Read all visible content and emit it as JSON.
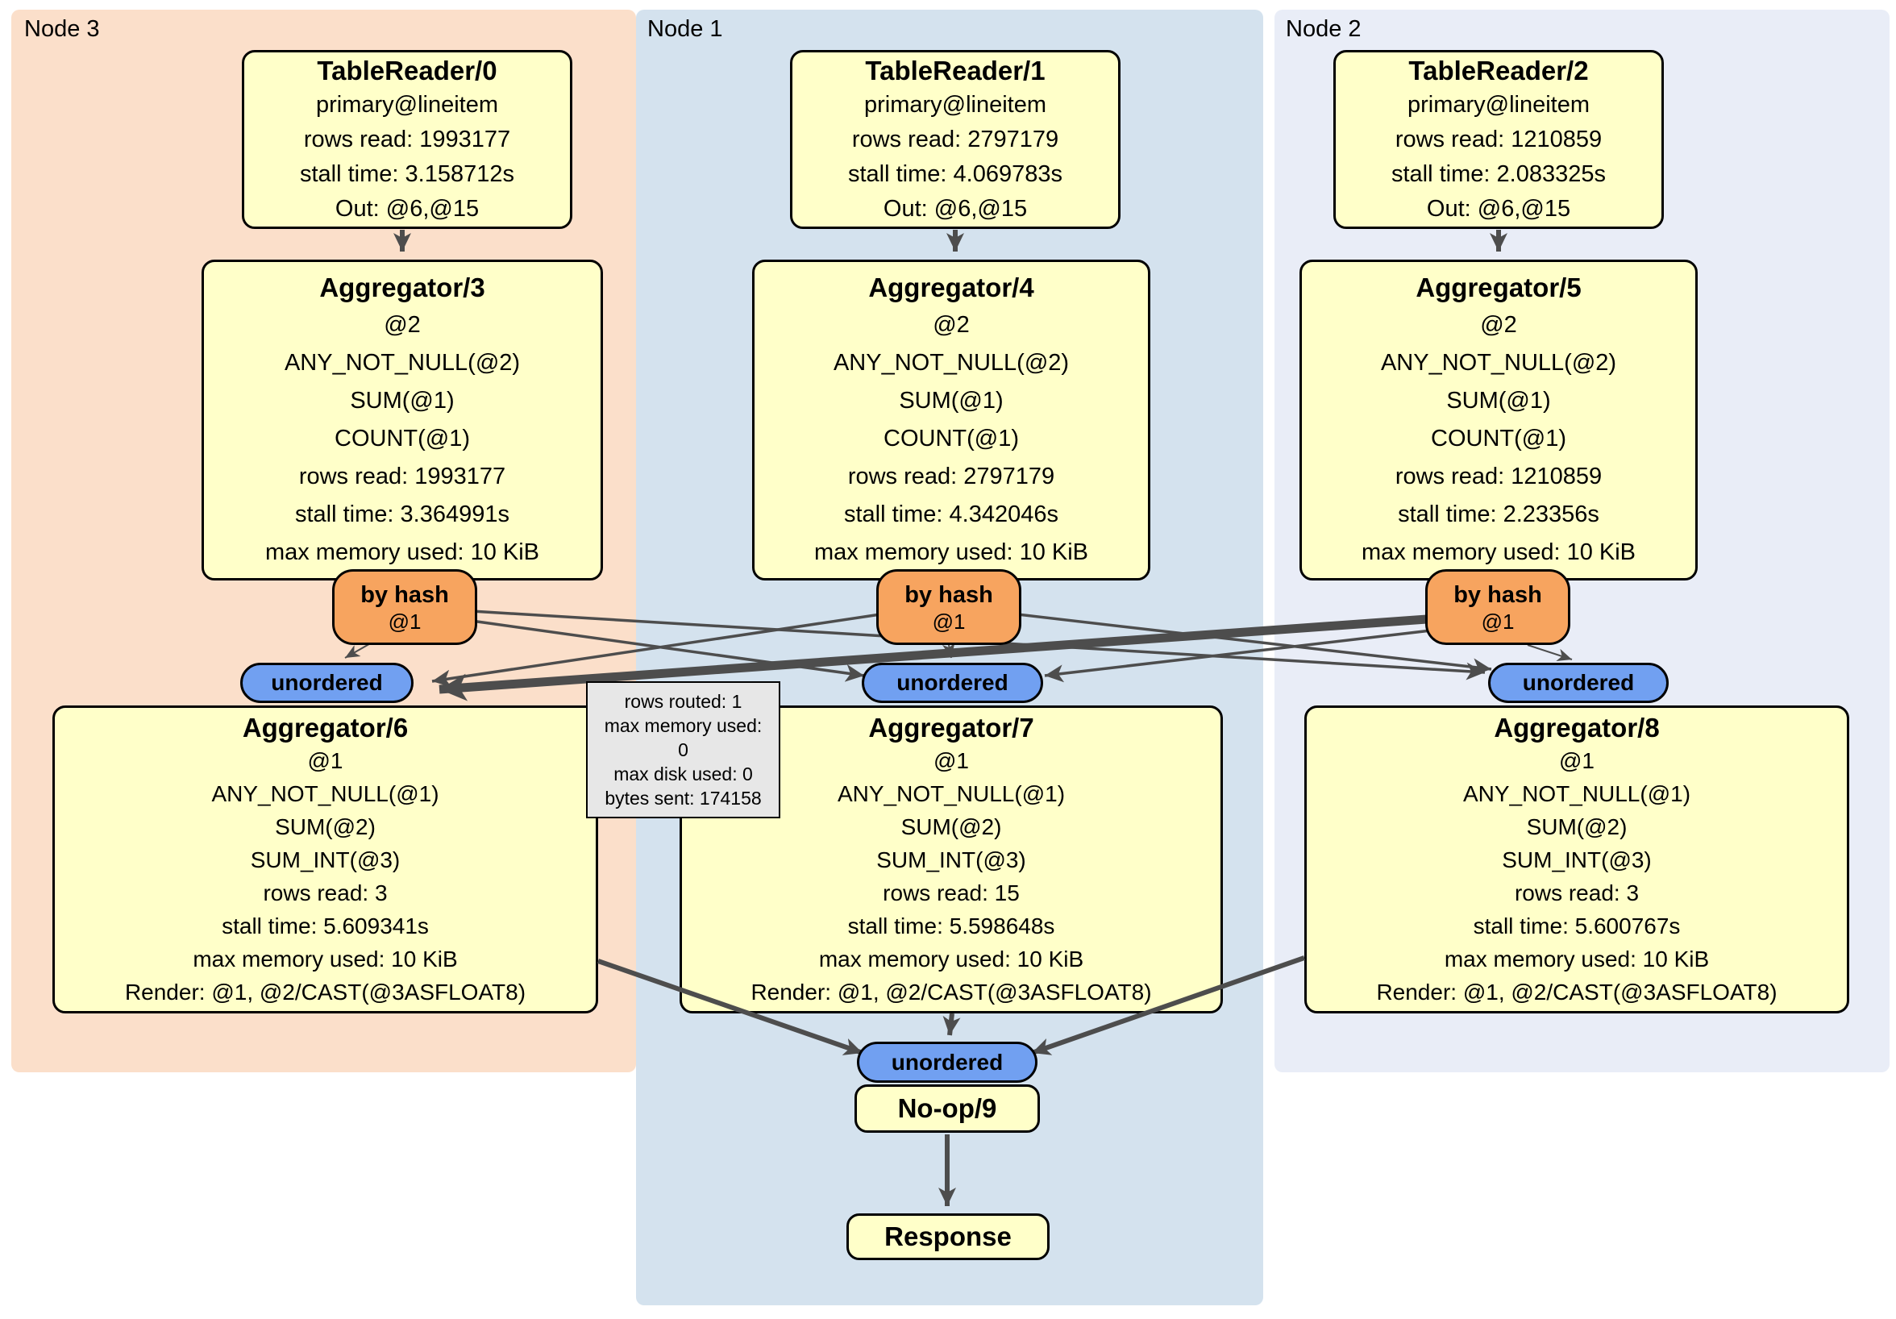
{
  "colors": {
    "node3_bg": "#fbdfca",
    "node1_bg": "#d4e2ee",
    "node2_bg": "#e9edf7",
    "box_bg": "#ffffc9",
    "router_bg": "#f7a45f",
    "stream_bg": "#71a0f1",
    "edge": "#4d4d4d",
    "tooltip_bg": "#e7e7e7"
  },
  "panels": [
    {
      "label": "Node 3"
    },
    {
      "label": "Node 1"
    },
    {
      "label": "Node 2"
    }
  ],
  "table_readers": [
    {
      "title": "TableReader/0",
      "lines": [
        "primary@lineitem",
        "rows read: 1993177",
        "stall time: 3.158712s",
        "Out: @6,@15"
      ]
    },
    {
      "title": "TableReader/1",
      "lines": [
        "primary@lineitem",
        "rows read: 2797179",
        "stall time: 4.069783s",
        "Out: @6,@15"
      ]
    },
    {
      "title": "TableReader/2",
      "lines": [
        "primary@lineitem",
        "rows read: 1210859",
        "stall time: 2.083325s",
        "Out: @6,@15"
      ]
    }
  ],
  "aggregators_top": [
    {
      "title": "Aggregator/3",
      "lines": [
        "@2",
        "ANY_NOT_NULL(@2)",
        "SUM(@1)",
        "COUNT(@1)",
        "rows read: 1993177",
        "stall time: 3.364991s",
        "max memory used: 10 KiB"
      ]
    },
    {
      "title": "Aggregator/4",
      "lines": [
        "@2",
        "ANY_NOT_NULL(@2)",
        "SUM(@1)",
        "COUNT(@1)",
        "rows read: 2797179",
        "stall time: 4.342046s",
        "max memory used: 10 KiB"
      ]
    },
    {
      "title": "Aggregator/5",
      "lines": [
        "@2",
        "ANY_NOT_NULL(@2)",
        "SUM(@1)",
        "COUNT(@1)",
        "rows read: 1210859",
        "stall time: 2.23356s",
        "max memory used: 10 KiB"
      ]
    }
  ],
  "routers": [
    {
      "label": "by hash",
      "columns": "@1"
    },
    {
      "label": "by hash",
      "columns": "@1"
    },
    {
      "label": "by hash",
      "columns": "@1"
    }
  ],
  "streams": [
    {
      "label": "unordered"
    },
    {
      "label": "unordered"
    },
    {
      "label": "unordered"
    }
  ],
  "aggregators_bottom": [
    {
      "title": "Aggregator/6",
      "lines": [
        "@1",
        "ANY_NOT_NULL(@1)",
        "SUM(@2)",
        "SUM_INT(@3)",
        "rows read: 3",
        "stall time: 5.609341s",
        "max memory used: 10 KiB",
        "Render: @1, @2/CAST(@3ASFLOAT8)"
      ]
    },
    {
      "title": "Aggregator/7",
      "lines": [
        "@1",
        "ANY_NOT_NULL(@1)",
        "SUM(@2)",
        "SUM_INT(@3)",
        "rows read: 15",
        "stall time: 5.598648s",
        "max memory used: 10 KiB",
        "Render: @1, @2/CAST(@3ASFLOAT8)"
      ]
    },
    {
      "title": "Aggregator/8",
      "lines": [
        "@1",
        "ANY_NOT_NULL(@1)",
        "SUM(@2)",
        "SUM_INT(@3)",
        "rows read: 3",
        "stall time: 5.600767s",
        "max memory used: 10 KiB",
        "Render: @1, @2/CAST(@3ASFLOAT8)"
      ]
    }
  ],
  "tooltip": {
    "lines": [
      "rows routed: 1",
      "max memory used: 0",
      "max disk used: 0",
      "bytes sent: 174158"
    ]
  },
  "final_stream": {
    "label": "unordered"
  },
  "noop": {
    "title": "No-op/9"
  },
  "response": {
    "title": "Response"
  }
}
